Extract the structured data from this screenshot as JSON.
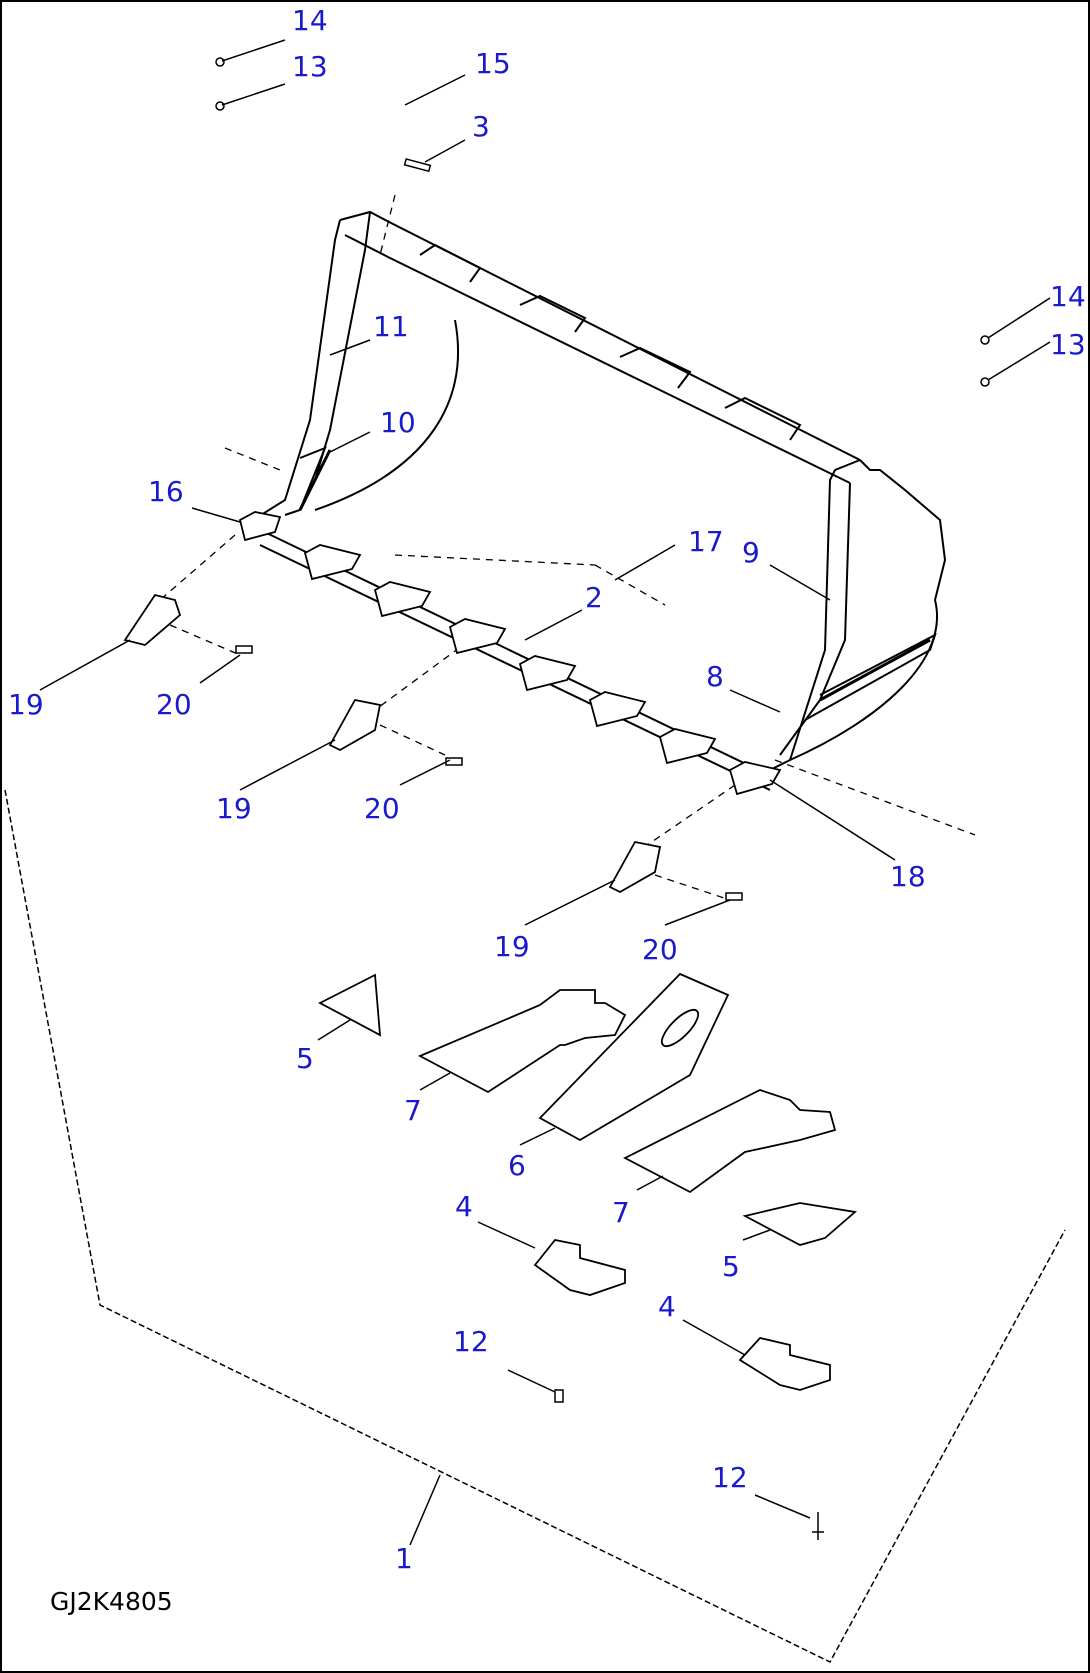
{
  "colors": {
    "ink": "#000000",
    "callout": "#1a1acc",
    "background": "#ffffff"
  },
  "diagram_code": "GJ2K4805",
  "callouts": {
    "c14a": "14",
    "c13a": "13",
    "c15": "15",
    "c3": "3",
    "c14b": "14",
    "c13b": "13",
    "c11": "11",
    "c10": "10",
    "c16": "16",
    "c17": "17",
    "c9": "9",
    "c2": "2",
    "c8": "8",
    "c19a": "19",
    "c20a": "20",
    "c19b": "19",
    "c20b": "20",
    "c18": "18",
    "c19c": "19",
    "c20c": "20",
    "c5a": "5",
    "c7a": "7",
    "c6": "6",
    "c7b": "7",
    "c4a": "4",
    "c5b": "5",
    "c4b": "4",
    "c12a": "12",
    "c12b": "12",
    "c1": "1"
  }
}
